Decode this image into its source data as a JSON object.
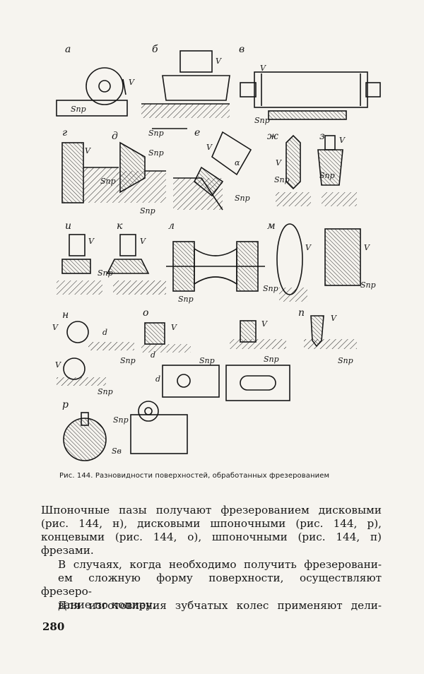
{
  "figure": {
    "labels": {
      "a": "а",
      "b": "б",
      "v": "в",
      "g": "г",
      "d": "д",
      "e": "е",
      "zh": "ж",
      "z": "з",
      "i": "и",
      "k": "к",
      "l": "л",
      "m": "м",
      "n": "н",
      "o": "о",
      "p": "п",
      "r": "р"
    },
    "v_symbol": "V",
    "s_pr": "Sпр",
    "s_v": "Sв",
    "d_symbol": "d",
    "alpha": "α"
  },
  "caption": "Рис. 144. Разновидности поверхностей, обработанных фрезерованием",
  "paragraphs": {
    "p1": [
      "Шпоночные пазы получают фрезерованием дисковыми",
      "(рис. 144, н), дисковыми шпоночными (рис. 144, р),",
      "концевыми (рис. 144, о), шпоночными (рис. 144, п)",
      "фрезами."
    ],
    "p2": [
      "В случаях, когда необходимо получить фрезеровани-",
      "ем сложную форму поверхности, осуществляют фрезеро-",
      "вание по копиру."
    ],
    "p3": [
      "Для изготовления зубчатых колес применяют дели-"
    ]
  },
  "page_number": "280"
}
